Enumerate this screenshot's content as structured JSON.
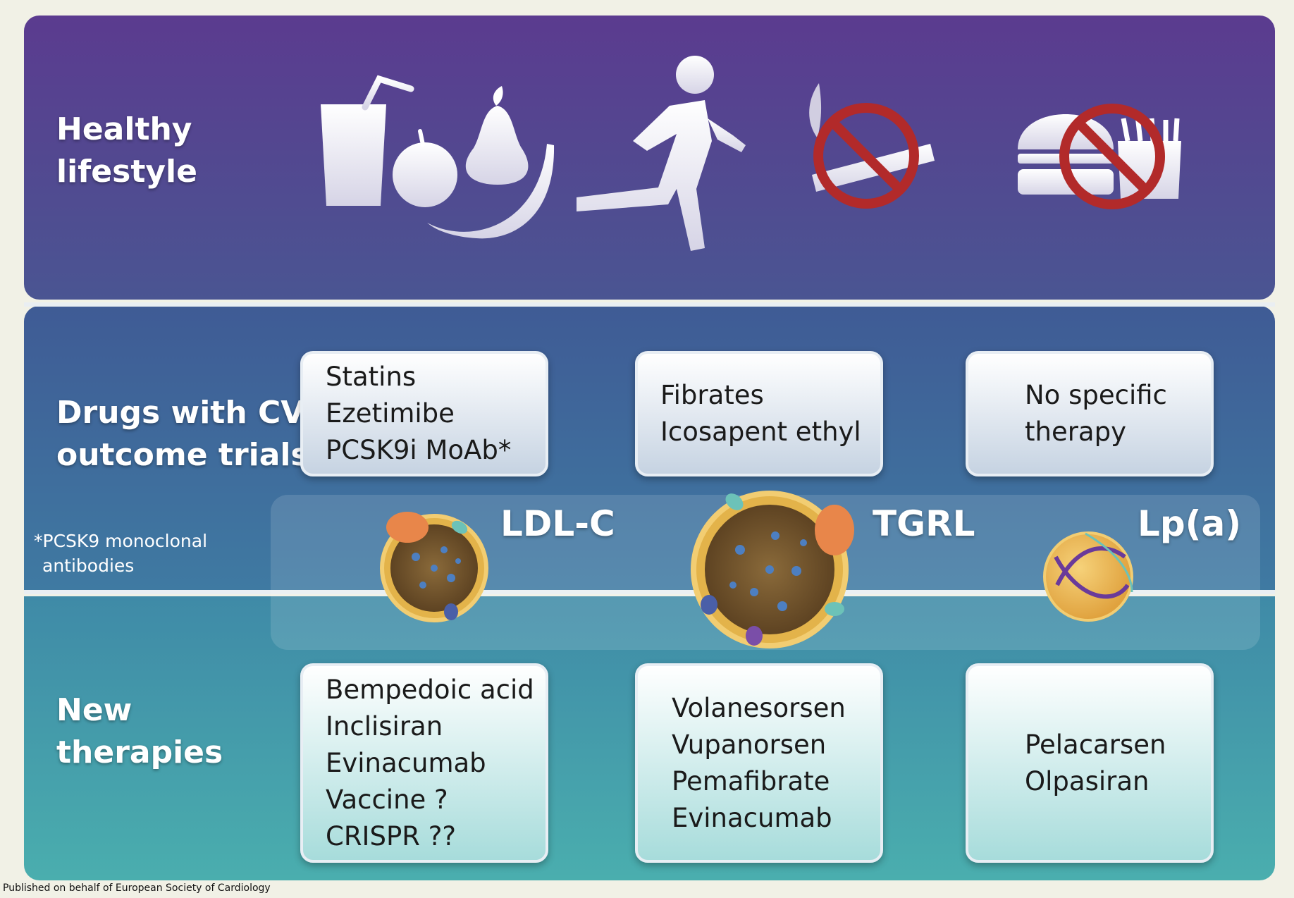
{
  "rows": {
    "lifestyle": [
      "Healthy",
      "lifestyle"
    ],
    "drugs": [
      "Drugs with CV",
      "outcome trials"
    ],
    "new_therapies": [
      "New",
      "therapies"
    ]
  },
  "footnote": [
    "*PCSK9 monoclonal",
    "antibodies"
  ],
  "lipoproteins": [
    "LDL-C",
    "TGRL",
    "Lp(a)"
  ],
  "cv_drugs": {
    "ldl": [
      "Statins",
      "Ezetimibe",
      "PCSK9i MoAb*"
    ],
    "tgrl": [
      "Fibrates",
      "Icosapent ethyl"
    ],
    "lpa": [
      "No specific",
      "therapy"
    ]
  },
  "new_drugs": {
    "ldl": [
      "Bempedoic acid",
      "Inclisiran",
      "Evinacumab",
      "Vaccine ?",
      "CRISPR ??"
    ],
    "tgrl": [
      "Volanesorsen",
      "Vupanorsen",
      "Pemafibrate",
      "Evinacumab"
    ],
    "lpa": [
      "Pelacarsen",
      "Olpasiran"
    ]
  },
  "icons": [
    "drink-icon",
    "apple-icon",
    "pear-icon",
    "banana-icon",
    "running-person-icon",
    "no-smoking-icon",
    "no-fast-food-icon",
    "ldl-particle-icon",
    "tgrl-particle-icon",
    "lpa-particle-icon"
  ],
  "colors": {
    "lifestyle_band": "#5b3b8f",
    "drugs_band": "#3f6a9c",
    "new_band": "#46a2ad",
    "prohibition_red": "#b22a2a",
    "particle_core": "#7a5a2e",
    "particle_shell": "#e3b34a",
    "lpa_stripe": "#6a3a9a"
  },
  "publisher": "Published on behalf of European Society of Cardiology"
}
